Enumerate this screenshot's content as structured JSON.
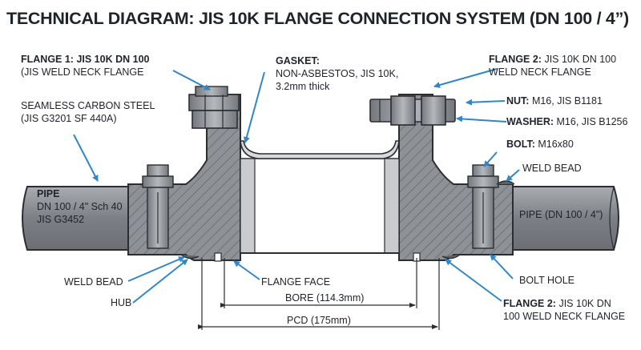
{
  "title": "TECHNICAL DIAGRAM: JIS 10K FLANGE CONNECTION SYSTEM (DN 100 / 4”)",
  "labels": {
    "flange1": {
      "head": "FLANGE 1: JIS 10K DN 100",
      "sub": "(JIS WELD NECK FLANGE"
    },
    "gasket": {
      "head": "GASKET:",
      "line1": "NON-ASBESTOS, JIS 10K,",
      "line2": "3.2mm thick"
    },
    "flange2_top": {
      "head": "FLANGE 2:",
      "rest": " JIS 10K DN 100",
      "sub": "WELD NECK FLANGE"
    },
    "seamless": {
      "line1": "SEAMLESS CARBON STEEL",
      "line2": "(JIS G3201 SF 440A)"
    },
    "nut": {
      "head": "NUT:",
      "rest": " M16, JIS B1181"
    },
    "washer": {
      "head": "WASHER:",
      "rest": " M16, JIS B1256"
    },
    "bolt": {
      "head": "BOLT:",
      "rest": " M16x80"
    },
    "weld_bead_right": "WELD BEAD",
    "pipe_left": {
      "head": "PIPE",
      "line1": "DN 100 / 4\" Sch 40",
      "line2": "JIS G3452"
    },
    "pipe_right": "PIPE (DN 100 / 4\")",
    "weld_bead_left": "WELD BEAD",
    "flange_face": "FLANGE FACE",
    "bolt_hole": "BOLT HOLE",
    "hub": "HUB",
    "bore": "BORE (114.3mm)",
    "pcd": "PCD (175mm)",
    "flange2_bottom": {
      "head": "FLANGE 2:",
      "rest": " JIS 10K DN",
      "sub": "100 WELD NECK FLANGE"
    }
  },
  "colors": {
    "leader": "#2f86c8",
    "steel": "#8c8f93",
    "outline": "#2a2d32"
  }
}
